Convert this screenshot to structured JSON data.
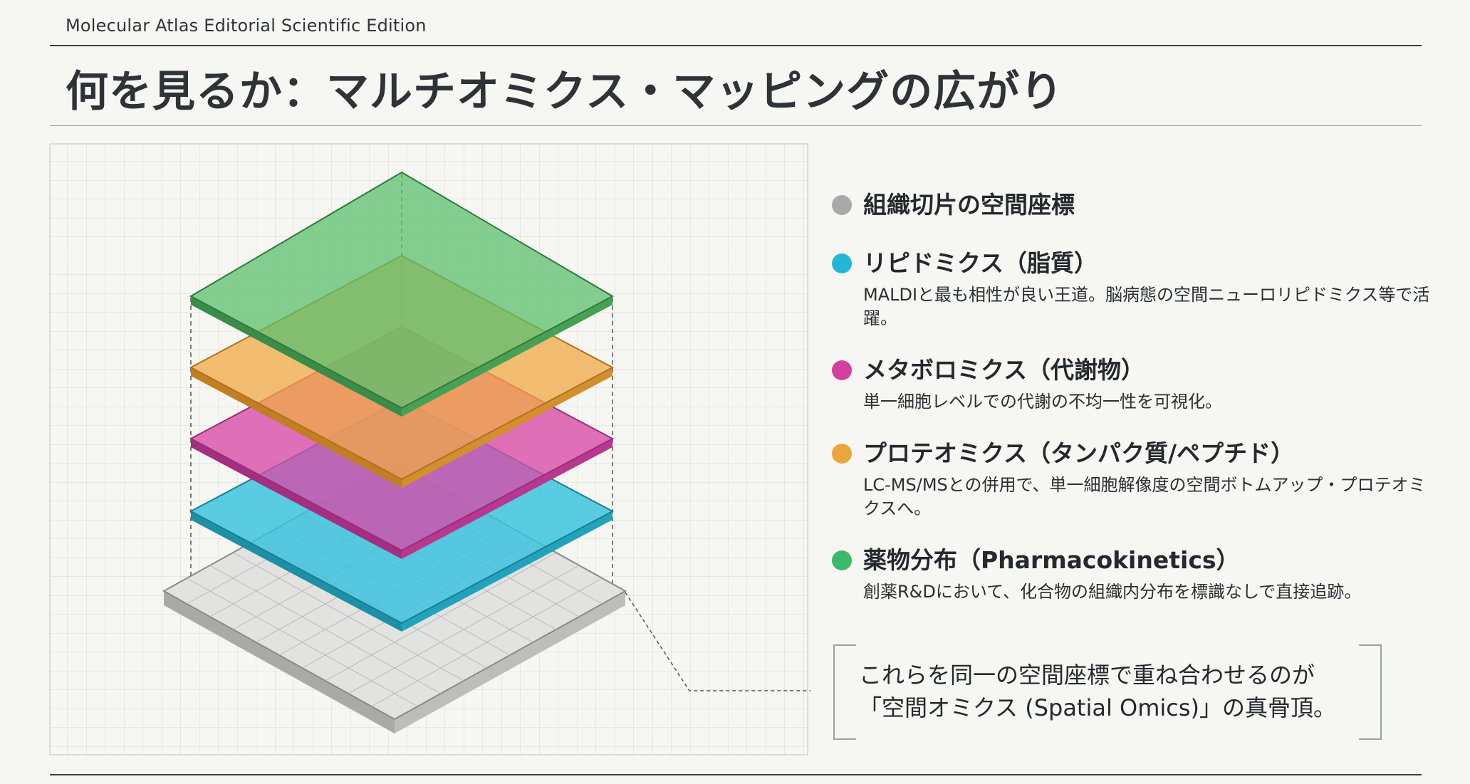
{
  "header": {
    "edition_label": "Molecular Atlas Editorial Scientific Edition",
    "title": "何を見るか：マルチオミクス・マッピングの広がり"
  },
  "legend": {
    "items": [
      {
        "title": "組織切片の空間座標",
        "desc": "",
        "color": "#a9a9a9"
      },
      {
        "title": "リピドミクス（脂質）",
        "desc": "MALDIと最も相性が良い王道。脳病態の空間ニューロリピドミクス等で活躍。",
        "color": "#22b8d4"
      },
      {
        "title": "メタボロミクス（代謝物）",
        "desc": "単一細胞レベルでの代謝の不均一性を可視化。",
        "color": "#d43f9e"
      },
      {
        "title": "プロテオミクス（タンパク質/ペプチド）",
        "desc": "LC-MS/MSとの併用で、単一細胞解像度の空間ボトムアップ・プロテオミクスへ。",
        "color": "#e9a63b"
      },
      {
        "title": "薬物分布（Pharmacokinetics）",
        "desc": "創薬R&Dにおいて、化合物の組織内分布を標識なしで直接追跡。",
        "color": "#3cb96a"
      }
    ]
  },
  "callout": {
    "line1": "これらを同一の空間座標で重ね合わせるのが",
    "line2": "「空間オミクス (Spatial Omics)」の真骨頂。"
  },
  "layers": {
    "base": "#dcdcda",
    "lipidomics": "#36c2de",
    "metabolomics": "#d84aa8",
    "proteomics": "#f0aa45",
    "pharmacokinetics": "#5cbf6e"
  }
}
